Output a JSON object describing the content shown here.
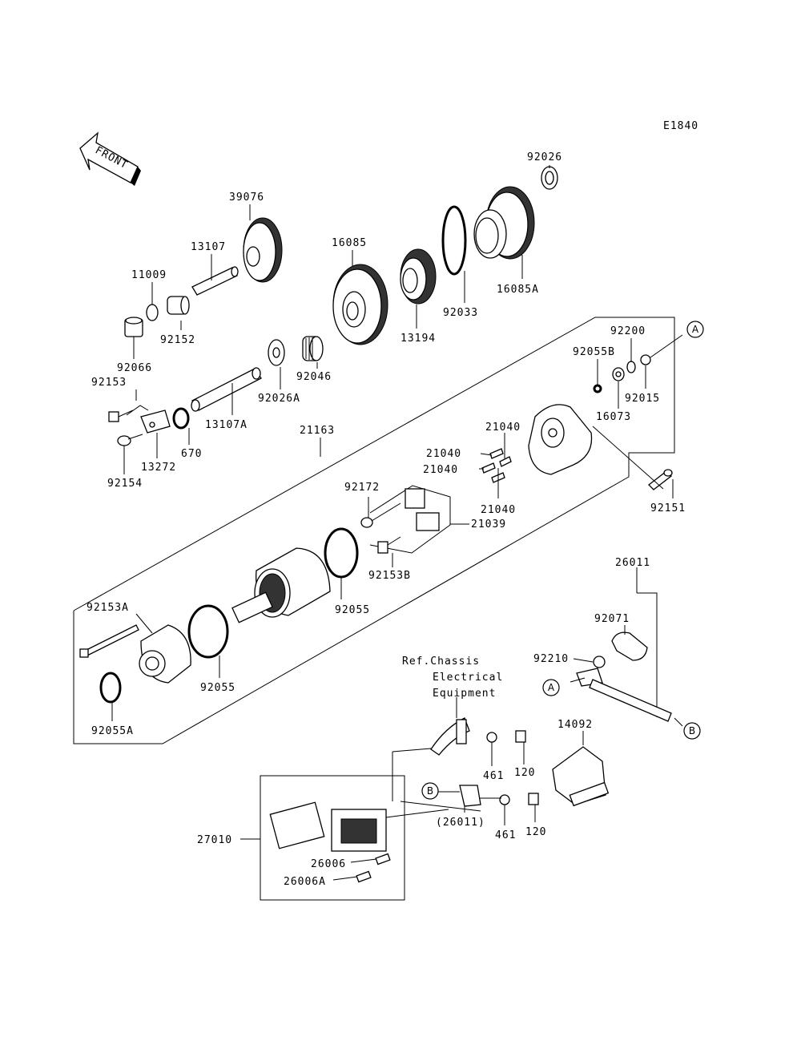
{
  "diagram": {
    "code": "E1840",
    "front_label": "FRONT",
    "note": [
      "Ref.Chassis",
      "Electrical",
      "Equipment"
    ],
    "markers": {
      "a": "A",
      "b": "B"
    },
    "parts": [
      {
        "id": "p92026",
        "label": "92026"
      },
      {
        "id": "p39076",
        "label": "39076"
      },
      {
        "id": "p16085",
        "label": "16085"
      },
      {
        "id": "p13107",
        "label": "13107"
      },
      {
        "id": "p11009",
        "label": "11009"
      },
      {
        "id": "p92152",
        "label": "92152"
      },
      {
        "id": "p16085A",
        "label": "16085A"
      },
      {
        "id": "p92033",
        "label": "92033"
      },
      {
        "id": "p13194",
        "label": "13194"
      },
      {
        "id": "p92066",
        "label": "92066"
      },
      {
        "id": "p92046",
        "label": "92046"
      },
      {
        "id": "p92200",
        "label": "92200"
      },
      {
        "id": "p92055B",
        "label": "92055B"
      },
      {
        "id": "p92153",
        "label": "92153"
      },
      {
        "id": "p92026A",
        "label": "92026A"
      },
      {
        "id": "p92015",
        "label": "92015"
      },
      {
        "id": "p16073",
        "label": "16073"
      },
      {
        "id": "p13107A",
        "label": "13107A"
      },
      {
        "id": "p21163",
        "label": "21163"
      },
      {
        "id": "p21040a",
        "label": "21040"
      },
      {
        "id": "p21040b",
        "label": "21040"
      },
      {
        "id": "p21040c",
        "label": "21040"
      },
      {
        "id": "p670",
        "label": "670"
      },
      {
        "id": "p13272",
        "label": "13272"
      },
      {
        "id": "p92154",
        "label": "92154"
      },
      {
        "id": "p92172",
        "label": "92172"
      },
      {
        "id": "p92151",
        "label": "92151"
      },
      {
        "id": "p21040d",
        "label": "21040"
      },
      {
        "id": "p21039",
        "label": "21039"
      },
      {
        "id": "p26011",
        "label": "26011"
      },
      {
        "id": "p92153B",
        "label": "92153B"
      },
      {
        "id": "p92153A",
        "label": "92153A"
      },
      {
        "id": "p92055a",
        "label": "92055"
      },
      {
        "id": "p92071",
        "label": "92071"
      },
      {
        "id": "p92210",
        "label": "92210"
      },
      {
        "id": "p92055b",
        "label": "92055"
      },
      {
        "id": "p92055A",
        "label": "92055A"
      },
      {
        "id": "p14092",
        "label": "14092"
      },
      {
        "id": "p461a",
        "label": "461"
      },
      {
        "id": "p120a",
        "label": "120"
      },
      {
        "id": "p27010",
        "label": "27010"
      },
      {
        "id": "p26011paren",
        "label": "(26011)"
      },
      {
        "id": "p461b",
        "label": "461"
      },
      {
        "id": "p120b",
        "label": "120"
      },
      {
        "id": "p26006",
        "label": "26006"
      },
      {
        "id": "p26006A",
        "label": "26006A"
      }
    ]
  }
}
